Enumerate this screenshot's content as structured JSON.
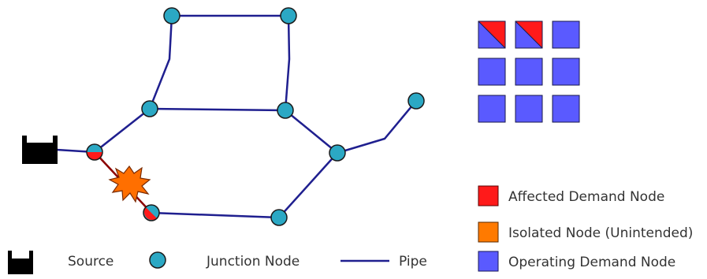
{
  "colors": {
    "pipe": "#1f1f8f",
    "junction": "#2ba8c4",
    "affected": "#ff1a1a",
    "isolated": "#ff7a00",
    "operating": "#5a5aff",
    "source": "#000000",
    "burst": "#ff6f00"
  },
  "legend": {
    "source_label": "Source",
    "junction_label": "Junction Node",
    "pipe_label": "Pipe",
    "affected_label": "Affected Demand Node",
    "isolated_label": "Isolated Node (Unintended)",
    "operating_label": "Operating Demand Node"
  },
  "demand_grid": {
    "rows": 3,
    "cols": 3,
    "states": [
      "affected",
      "affected",
      "operating",
      "operating",
      "operating",
      "operating",
      "operating",
      "operating",
      "operating"
    ]
  },
  "network": {
    "burst_icon": "explosion-icon",
    "source_icon": "tank-icon"
  }
}
